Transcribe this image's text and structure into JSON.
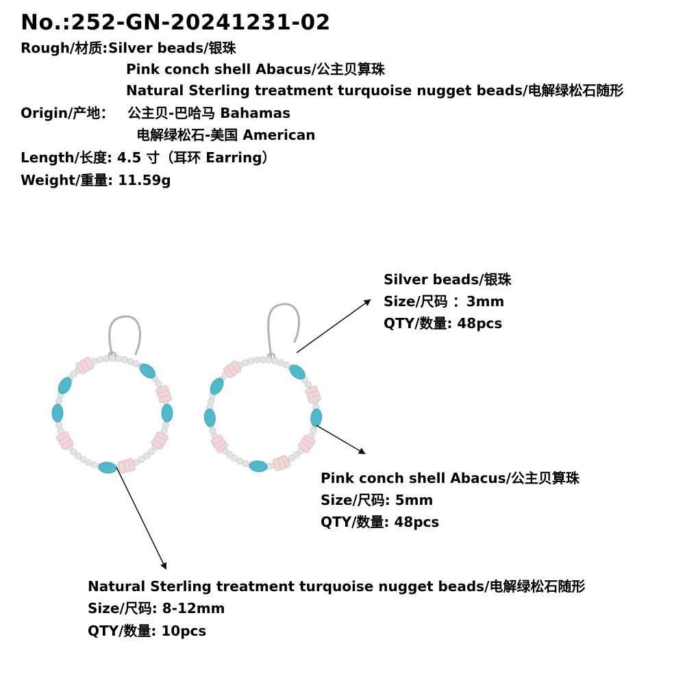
{
  "title": "No.:252-GN-20241231-02",
  "specs": {
    "rough_label": "Rough/材质:",
    "rough_1": "Silver beads/银珠",
    "rough_2": "Pink conch shell Abacus/公主贝算珠",
    "rough_3": "Natural Sterling treatment turquoise nugget beads/电解绿松石随形",
    "origin_label": "Origin/产地：",
    "origin_1": "公主贝-巴哈马 Bahamas",
    "origin_2": "电解绿松石-美国 American",
    "length": "Length/长度: 4.5 寸（耳环 Earring）",
    "weight": "Weight/重量: 11.59g"
  },
  "callouts": {
    "silver": {
      "name": "Silver beads/银珠",
      "size": "Size/尺码 ：3mm",
      "qty": "QTY/数量:  48pcs"
    },
    "pink": {
      "name": "Pink conch shell Abacus/公主贝算珠",
      "size": "Size/尺码: 5mm",
      "qty": "QTY/数量: 48pcs"
    },
    "turquoise": {
      "name": "Natural Sterling treatment turquoise nugget beads/电解绿松石随形",
      "size": "Size/尺码: 8-12mm",
      "qty": "QTY/数量: 10pcs"
    }
  },
  "colors": {
    "turquoise": "#4fb8c9",
    "pink": "#f2d6d8",
    "silver": "#e2e4e6",
    "wire": "#aeb2b6"
  }
}
